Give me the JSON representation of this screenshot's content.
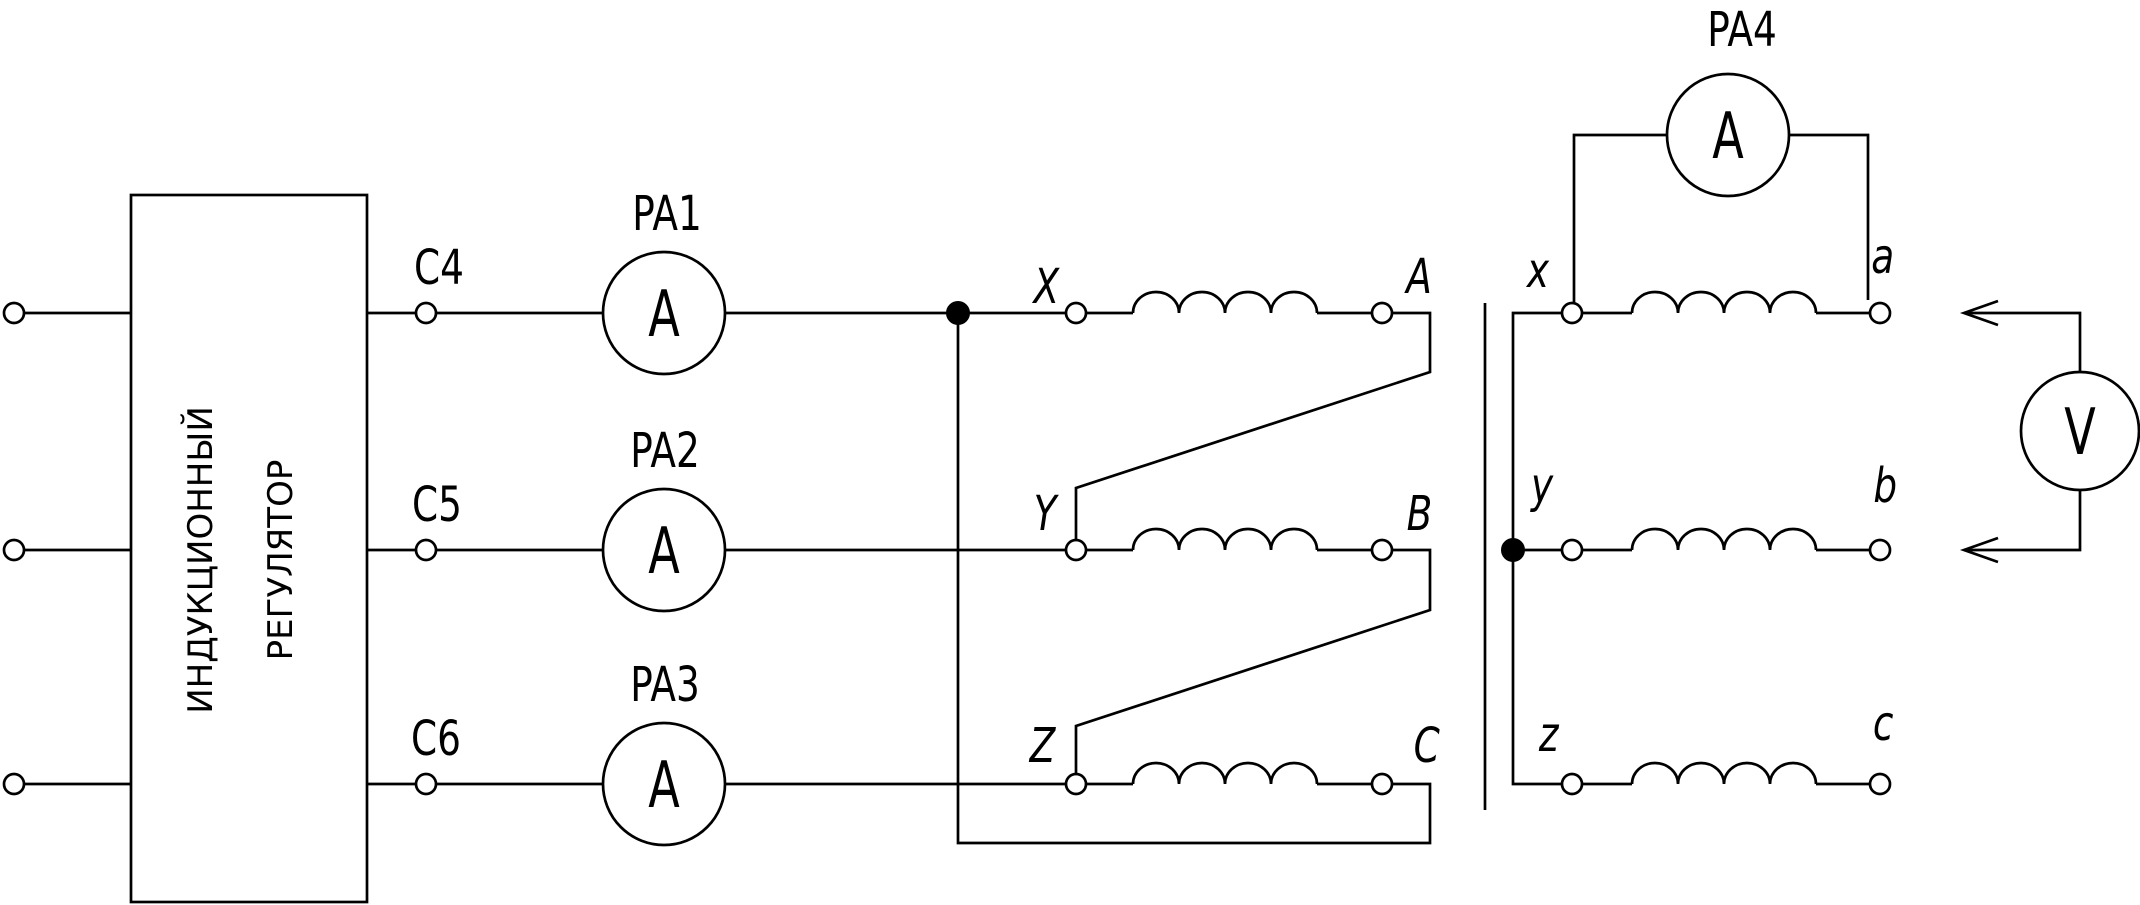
{
  "regulator": {
    "line1": "ИНДУКЦИОННЫЙ",
    "line2": "РЕГУЛЯТОР"
  },
  "terminals": {
    "c4": "C4",
    "c5": "C5",
    "c6": "C6"
  },
  "ammeters": [
    {
      "name": "PA1",
      "symbol": "A"
    },
    {
      "name": "PA2",
      "symbol": "A"
    },
    {
      "name": "PA3",
      "symbol": "A"
    },
    {
      "name": "PA4",
      "symbol": "A"
    }
  ],
  "voltmeter": {
    "symbol": "V"
  },
  "primary_winding_labels": {
    "x": "X",
    "a": "A",
    "y": "Y",
    "b": "B",
    "z": "Z",
    "c": "C"
  },
  "secondary_winding_labels": {
    "x": "x",
    "a": "a",
    "y": "y",
    "b": "b",
    "z": "z",
    "c": "c"
  }
}
